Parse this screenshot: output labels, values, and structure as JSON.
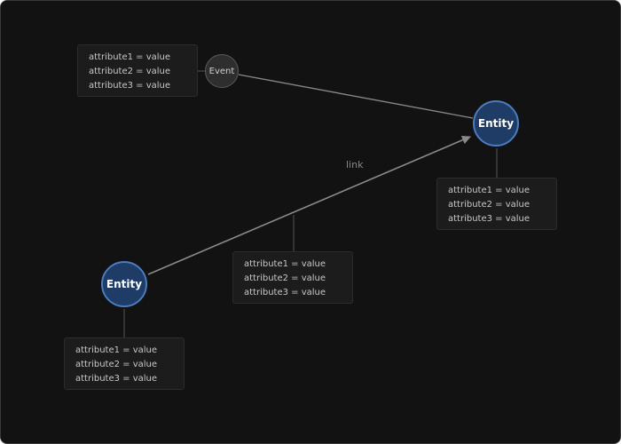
{
  "colors": {
    "background": "#121212",
    "entity_fill": "#1e3c66",
    "entity_border": "#4a7cc0",
    "event_fill": "#2e2e2e",
    "edge": "#8a8a8a"
  },
  "nodes": {
    "event": {
      "label": "Event"
    },
    "entity_right": {
      "label": "Entity"
    },
    "entity_left": {
      "label": "Entity"
    }
  },
  "edges": {
    "link_label": "link"
  },
  "attribute_boxes": {
    "event_attrs": [
      "attribute1 = value",
      "attribute2 = value",
      "attribute3 = value"
    ],
    "entity_right_attrs": [
      "attribute1 = value",
      "attribute2 = value",
      "attribute3 = value"
    ],
    "link_attrs": [
      "attribute1 = value",
      "attribute2 = value",
      "attribute3 = value"
    ],
    "entity_left_attrs": [
      "attribute1 = value",
      "attribute2 = value",
      "attribute3 = value"
    ]
  }
}
